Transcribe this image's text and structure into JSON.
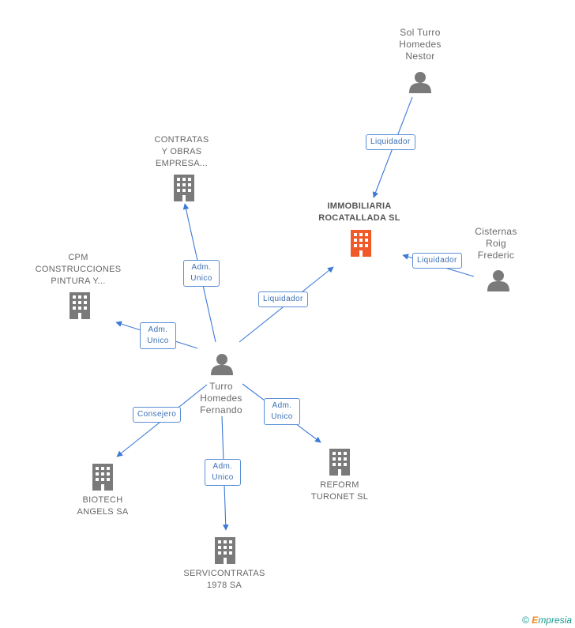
{
  "colors": {
    "edge": "#3d7ad6",
    "building": "#7a7a7a",
    "building_main": "#f05a28",
    "person": "#7a7a7a"
  },
  "nodes": {
    "sol_turro": {
      "label": "Sol Turro\nHomedes\nNestor",
      "icon": "person-icon"
    },
    "contratas": {
      "label": "CONTRATAS\nY OBRAS\nEMPRESA...",
      "icon": "building-icon"
    },
    "immobiliaria": {
      "label": "IMMOBILIARIA\nROCATALLADA SL",
      "icon": "building-icon"
    },
    "cisternas": {
      "label": "Cisternas\nRoig\nFrederic",
      "icon": "person-icon"
    },
    "cpm": {
      "label": "CPM\nCONSTRUCCIONES\nPINTURA Y...",
      "icon": "building-icon"
    },
    "turro_fernando": {
      "label": "Turro\nHomedes\nFernando",
      "icon": "person-icon"
    },
    "biotech": {
      "label": "BIOTECH\nANGELS SA",
      "icon": "building-icon"
    },
    "servicontratas": {
      "label": "SERVICONTRATAS\n1978 SA",
      "icon": "building-icon"
    },
    "reform": {
      "label": "REFORM\nTURONET SL",
      "icon": "building-icon"
    }
  },
  "edges": {
    "liquidador_sol": "Liquidador",
    "liquidador_cisternas": "Liquidador",
    "liquidador_fernando": "Liquidador",
    "adm_contratas": "Adm.\nUnico",
    "adm_cpm": "Adm.\nUnico",
    "consejero_biotech": "Consejero",
    "adm_servicontratas": "Adm.\nUnico",
    "adm_reform": "Adm.\nUnico"
  },
  "brand": {
    "copyright": "©",
    "e": "E",
    "rest": "mpresia"
  }
}
